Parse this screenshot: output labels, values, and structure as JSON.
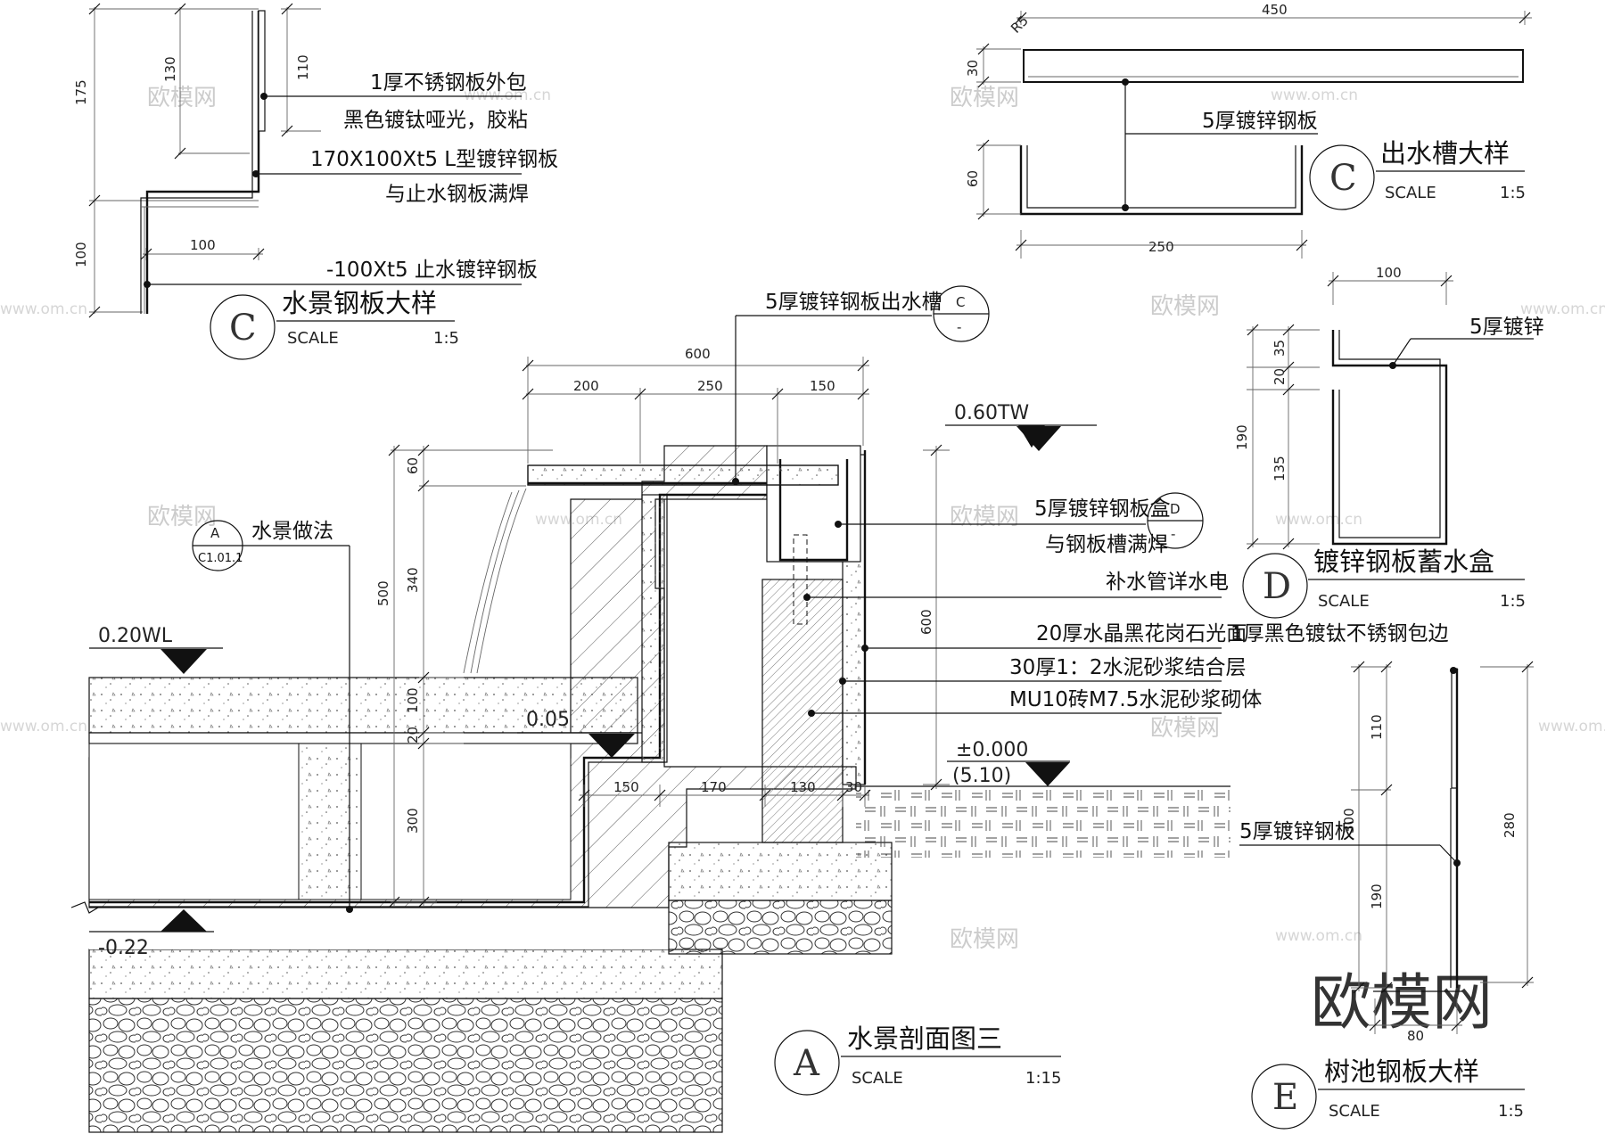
{
  "watermark": {
    "cn": "欧模网",
    "url": "www.om.cn",
    "brand": "欧模网"
  },
  "detail_c_steel": {
    "bubble": "C",
    "title": "水景钢板大样",
    "scale_label": "SCALE",
    "scale_value": "1:5",
    "notes": [
      "1厚不锈钢板外包",
      "黑色镀钛哑光，胶粘",
      "170X100Xt5 L型镀锌钢板",
      "与止水钢板满焊",
      "-100Xt5 止水镀锌钢板"
    ],
    "dims": {
      "d175": "175",
      "d130": "130",
      "d110": "110",
      "d100v": "100",
      "d100h": "100"
    }
  },
  "detail_c_trough": {
    "bubble": "C",
    "title": "出水槽大样",
    "scale_label": "SCALE",
    "scale_value": "1:5",
    "note": "5厚镀锌钢板",
    "dims": {
      "d450": "450",
      "d30": "30",
      "d60": "60",
      "d250": "250",
      "r": "R5"
    }
  },
  "detail_d": {
    "bubble": "D",
    "title": "镀锌钢板蓄水盒",
    "scale_label": "SCALE",
    "scale_value": "1:5",
    "note": "5厚镀锌",
    "dims": {
      "d100": "100",
      "d190": "190",
      "d35": "35",
      "d20": "20",
      "d135": "135"
    }
  },
  "detail_e": {
    "bubble": "E",
    "title": "树池钢板大样",
    "scale_label": "SCALE",
    "scale_value": "1:5",
    "note_top": "1厚黑色镀钛不锈钢包边",
    "note_mid": "5厚镀锌钢板",
    "dims": {
      "d110": "110",
      "d300": "300",
      "d190": "190",
      "d280": "280",
      "d80": "80"
    }
  },
  "section_a": {
    "bubble": "A",
    "title": "水景剖面图三",
    "scale_label": "SCALE",
    "scale_value": "1:15",
    "ref_bubble": {
      "top": "A",
      "bottom": "C1.01.1",
      "label": "水景做法"
    },
    "trough_ref": {
      "label": "5厚镀锌钢板出水槽",
      "top": "C",
      "bottom": "-"
    },
    "box_ref": {
      "label1": "5厚镀锌钢板盒",
      "label2": "与钢板槽满焊",
      "top": "D",
      "bottom": "-"
    },
    "notes": [
      "补水管详水电",
      "20厚水晶黑花岗石光面",
      "30厚1：2水泥砂浆结合层",
      "MU10砖M7.5水泥砂浆砌体"
    ],
    "elevations": {
      "tw": "0.60TW",
      "wl": "0.20WL",
      "p005": "0.05",
      "zero": "±0.000",
      "zero2": "(5.10)",
      "m022": "-0.22"
    },
    "dims": {
      "d600": "600",
      "d200": "200",
      "d250": "250",
      "d150": "150",
      "d60": "60",
      "d340": "340",
      "d500": "500",
      "d100": "100",
      "d20": "20",
      "d300": "300",
      "d600v": "600",
      "b150": "150",
      "b170": "170",
      "b130": "130",
      "b30": "30"
    }
  }
}
